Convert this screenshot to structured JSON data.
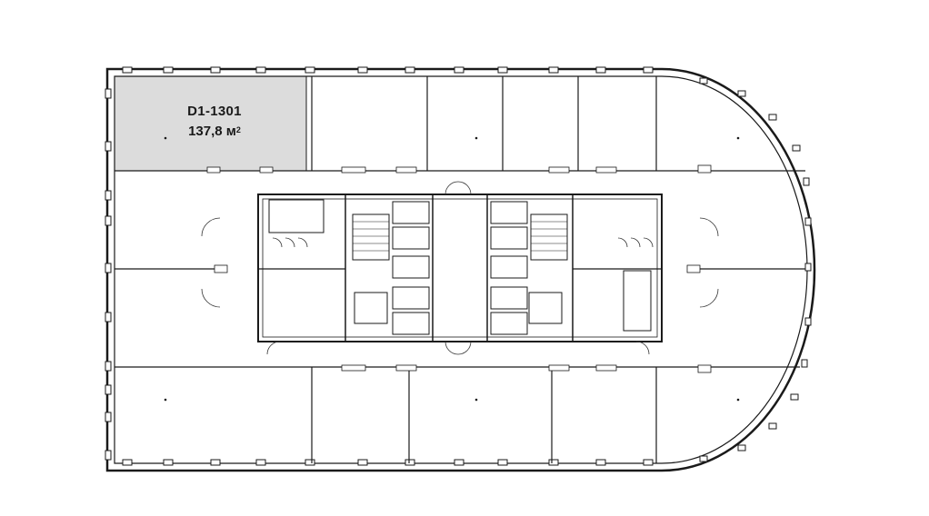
{
  "units": [
    {
      "id": "D1-1301",
      "area_value": "137,8",
      "area_unit": "м",
      "area_unit_sup": "2",
      "highlighted": true,
      "highlight_color": "#dcdcdc"
    }
  ],
  "colors": {
    "wall": "#1a1a1a",
    "thin_line": "#333333",
    "background": "#ffffff"
  }
}
